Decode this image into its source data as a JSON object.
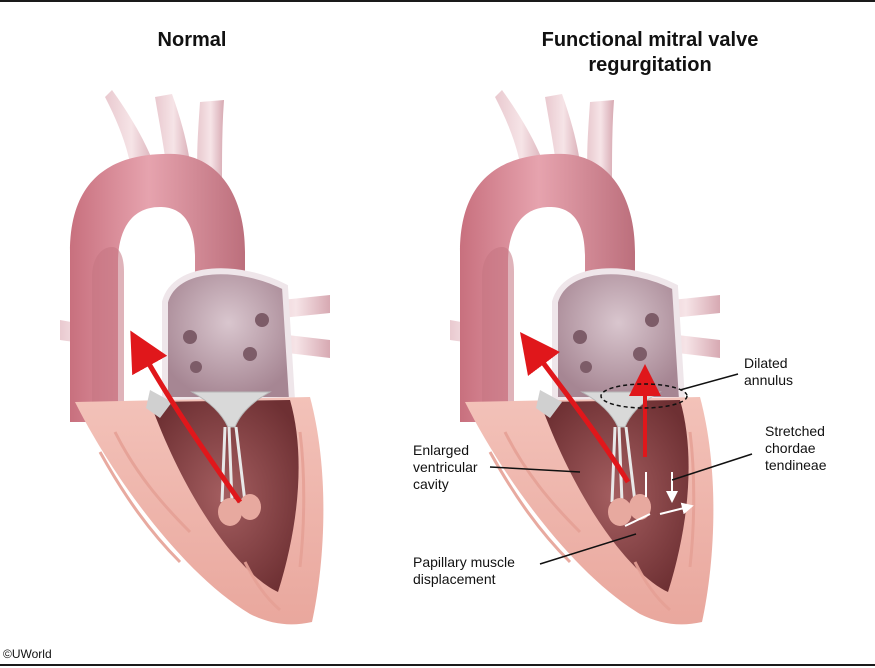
{
  "titles": {
    "left": "Normal",
    "right": "Functional mitral valve regurgitation"
  },
  "labels": {
    "dilated_annulus": "Dilated\nannulus",
    "stretched_chordae": "Stretched\nchordae\ntendineae",
    "enlarged_cavity": "Enlarged\nventricular\ncavity",
    "papillary_displacement": "Papillary muscle\ndisplacement"
  },
  "copyright": "©UWorld",
  "colors": {
    "aorta": "#d98a98",
    "aorta_dark": "#b5606f",
    "myocardium": "#f0b6ad",
    "cavity": "#8f4a4e",
    "atrium": "#cbb3bd",
    "valve": "#dcdcdc",
    "arrow": "#e0171b"
  }
}
